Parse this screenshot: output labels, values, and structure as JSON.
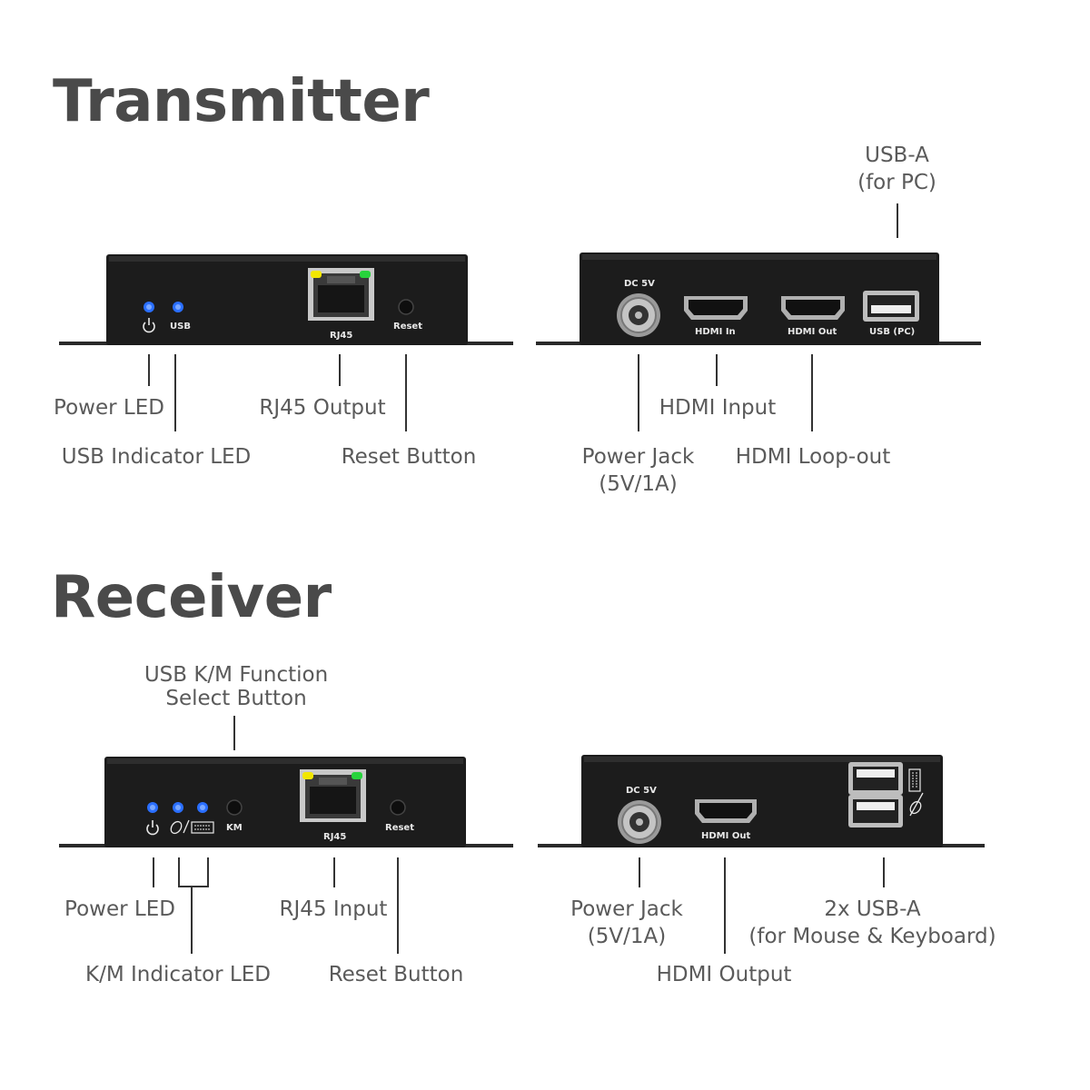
{
  "transmitter": {
    "heading": "Transmitter",
    "front": {
      "print_usb": "USB",
      "print_rj45": "RJ45",
      "print_reset": "Reset",
      "labels": {
        "power_led": "Power LED",
        "usb_led": "USB Indicator LED",
        "rj45": "RJ45 Output",
        "reset": "Reset Button"
      }
    },
    "rear": {
      "print_dc": "DC 5V",
      "print_hdmi_in": "HDMI In",
      "print_hdmi_out": "HDMI Out",
      "print_usb_pc": "USB (PC)",
      "labels": {
        "usb_a": "USB-A\n(for PC)",
        "power_jack": "Power Jack\n(5V/1A)",
        "hdmi_in": "HDMI Input",
        "hdmi_loop": "HDMI Loop-out"
      }
    }
  },
  "receiver": {
    "heading": "Receiver",
    "front": {
      "print_km": "KM",
      "print_rj45": "RJ45",
      "print_reset": "Reset",
      "labels": {
        "km_button": "USB K/M Function\nSelect Button",
        "power_led": "Power LED",
        "km_led": "K/M Indicator LED",
        "rj45": "RJ45 Input",
        "reset": "Reset Button"
      }
    },
    "rear": {
      "print_dc": "DC 5V",
      "print_hdmi_out": "HDMI Out",
      "labels": {
        "power_jack": "Power Jack\n(5V/1A)",
        "hdmi_out": "HDMI Output",
        "usb_a": "2x USB-A\n(for Mouse & Keyboard)"
      }
    }
  },
  "colors": {
    "device_body": "#1c1c1c",
    "led_blue": "#2a6fff",
    "led_yellow": "#f2e600",
    "led_green": "#27d33c",
    "text": "#5a5a5a",
    "heading": "#4a4a4a"
  }
}
